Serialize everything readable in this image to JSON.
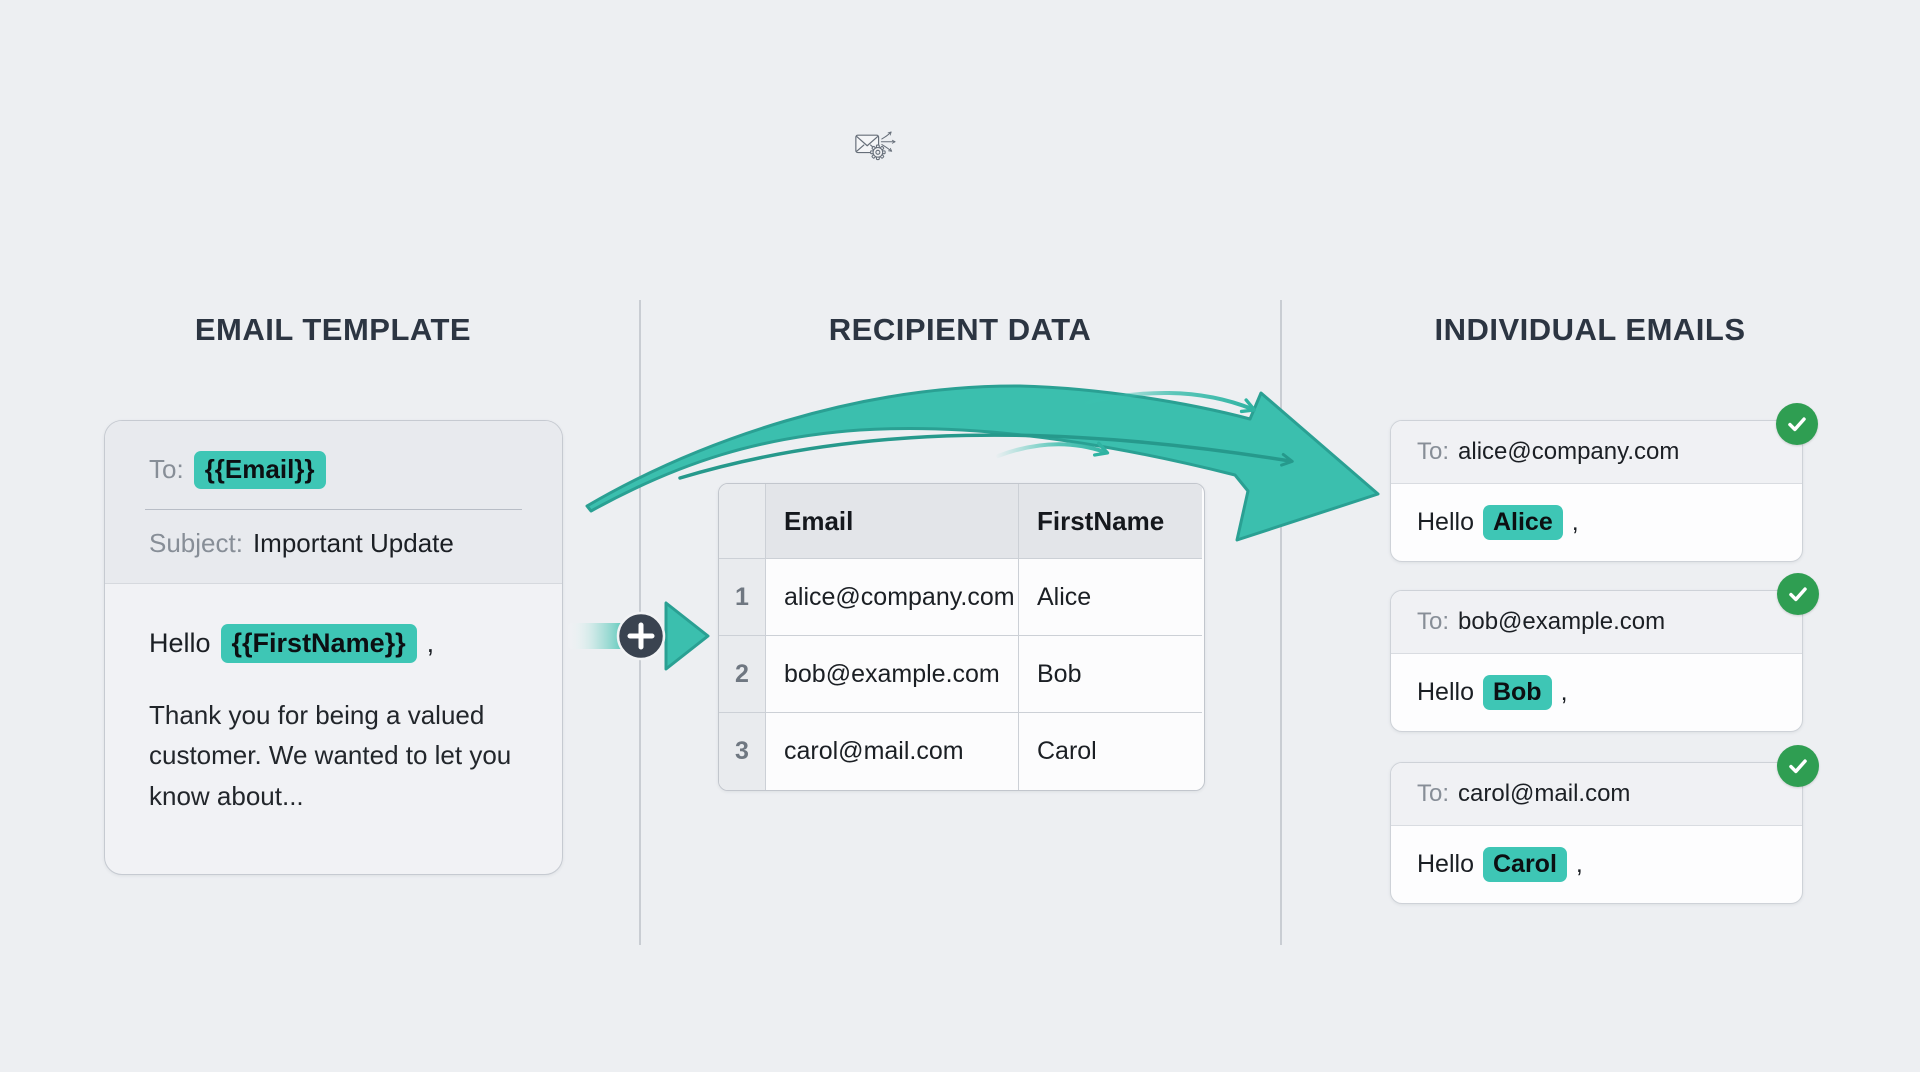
{
  "colors": {
    "background": "#edeff2",
    "accent_teal": "#3ec6b5",
    "arrow_teal": "#3bbfae",
    "arrow_teal_border": "#2aa093",
    "success_green": "#2f9e52",
    "heading_text": "#2c3542",
    "icon_gray": "#666e79"
  },
  "icons": {
    "top": "envelope-gear-fanout",
    "merge_plus": "plus",
    "sent": "checkmark"
  },
  "template_section": {
    "heading": "EMAIL TEMPLATE",
    "card": {
      "to_label": "To:",
      "to_variable": "{{Email}}",
      "subject_label": "Subject:",
      "subject_value": "Important Update",
      "greeting_prefix": "Hello",
      "greeting_variable": "{{FirstName}}",
      "greeting_punctuation": ",",
      "body_text": "Thank you for being a valued customer. We wanted to let you know about..."
    }
  },
  "recipient_section": {
    "heading": "RECIPIENT DATA",
    "table": {
      "columns": [
        "Email",
        "FirstName"
      ],
      "rows": [
        {
          "index": "1",
          "email": "alice@company.com",
          "first_name": "Alice"
        },
        {
          "index": "2",
          "email": "bob@example.com",
          "first_name": "Bob"
        },
        {
          "index": "3",
          "email": "carol@mail.com",
          "first_name": "Carol"
        }
      ]
    }
  },
  "emails_section": {
    "heading": "INDIVIDUAL EMAILS",
    "cards": [
      {
        "to_label": "To:",
        "to_value": "alice@company.com",
        "greeting_prefix": "Hello",
        "name": "Alice",
        "greeting_punctuation": ","
      },
      {
        "to_label": "To:",
        "to_value": "bob@example.com",
        "greeting_prefix": "Hello",
        "name": "Bob",
        "greeting_punctuation": ","
      },
      {
        "to_label": "To:",
        "to_value": "carol@mail.com",
        "greeting_prefix": "Hello",
        "name": "Carol",
        "greeting_punctuation": ","
      }
    ]
  }
}
